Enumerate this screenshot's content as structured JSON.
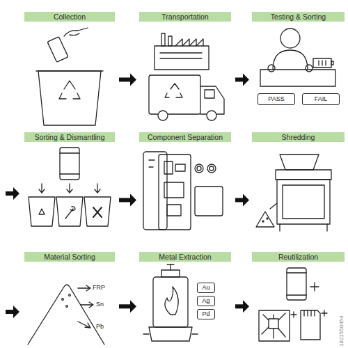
{
  "diagram": {
    "nodes": [
      {
        "text": [
          "Collection"
        ]
      },
      {
        "text": [
          "Transportation"
        ]
      },
      {
        "text": [
          "Testing & Sorting"
        ]
      },
      {
        "text": [
          "PASS"
        ],
        "in": 2
      },
      {
        "text": [
          "FAIL"
        ],
        "in": 2
      },
      {
        "text": [
          "Sorting & Dismantling"
        ]
      },
      {
        "text": [
          "Component Separation"
        ]
      },
      {
        "text": [
          "Shredding"
        ]
      },
      {
        "text": [
          "Material Sorting"
        ]
      },
      {
        "text": [
          "Metal Extraction"
        ]
      },
      {
        "text": [
          "Au"
        ],
        "in": 9
      },
      {
        "text": [
          "Ag"
        ],
        "in": 9
      },
      {
        "text": [
          "Pd"
        ],
        "in": 9
      },
      {
        "text": [
          "Reutilization"
        ]
      }
    ],
    "edges": [
      {
        "from": 0,
        "to": 1,
        "arrow": "to"
      },
      {
        "from": 1,
        "to": 2,
        "arrow": "to"
      },
      {
        "from": 5,
        "to": 6,
        "arrow": "to"
      },
      {
        "from": 6,
        "to": 7,
        "arrow": "to"
      },
      {
        "from": 8,
        "to": 9,
        "arrow": "to"
      },
      {
        "from": 9,
        "to": 13,
        "arrow": "to"
      }
    ],
    "labels": [
      "FRP",
      "Sn",
      "Pb",
      "1821550454"
    ]
  }
}
